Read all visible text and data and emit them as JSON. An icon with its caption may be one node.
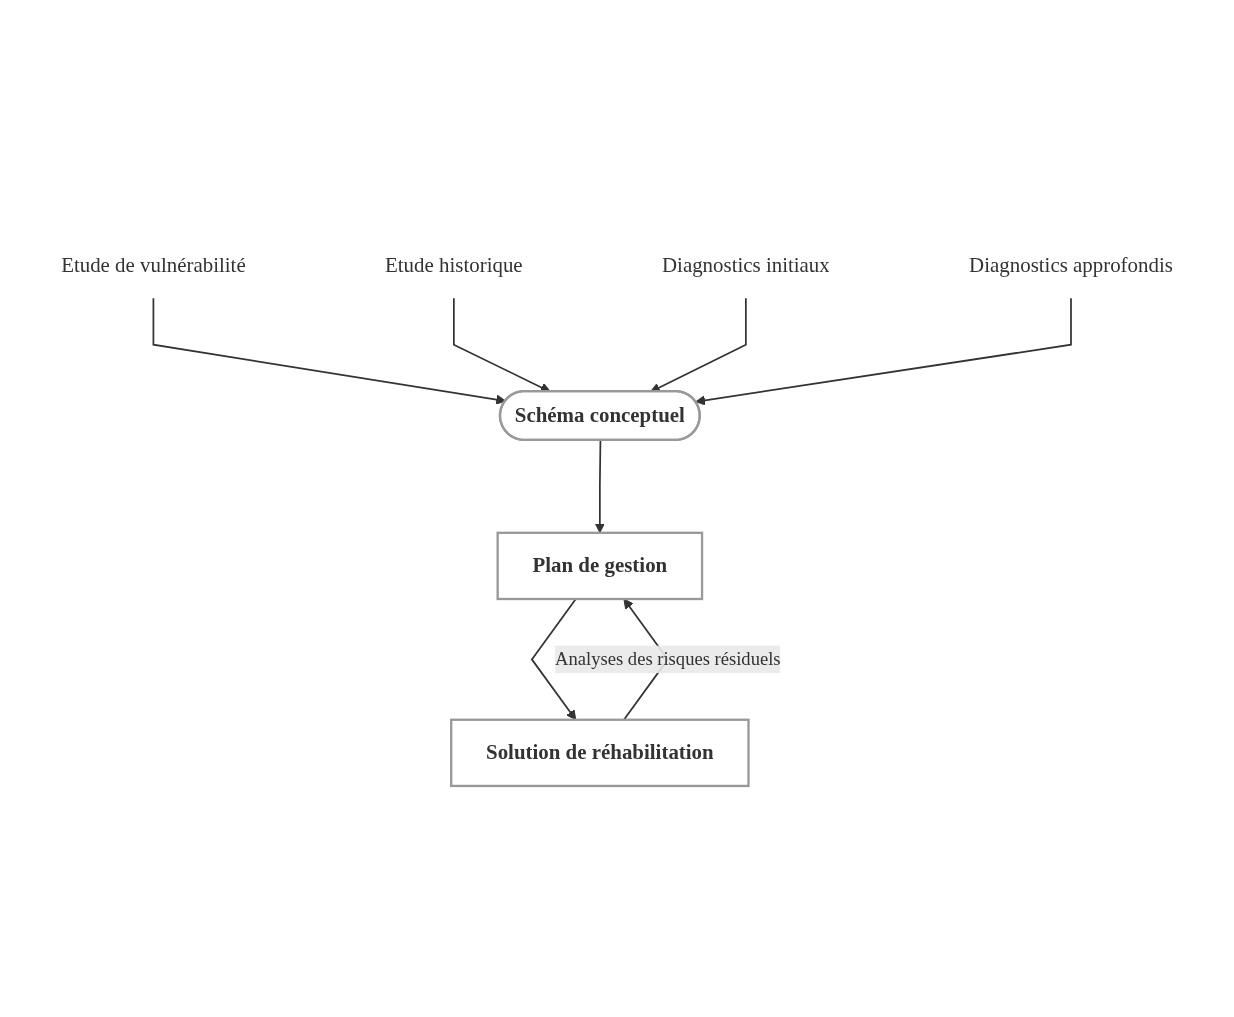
{
  "diagram": {
    "nodes": [
      {
        "text": [
          "Etude de vulnérabilité"
        ]
      },
      {
        "text": [
          "Etude historique"
        ]
      },
      {
        "text": [
          "Schéma conceptuel"
        ]
      },
      {
        "text": [
          "Diagnostics initiaux"
        ]
      },
      {
        "text": [
          "Diagnostics approfondis"
        ]
      },
      {
        "text": [
          "Plan de gestion"
        ]
      },
      {
        "text": [
          "Solution de réhabilitation"
        ]
      }
    ],
    "edges": [
      {
        "from": 0,
        "to": 2,
        "arrow": "to"
      },
      {
        "from": 1,
        "to": 2,
        "arrow": "to"
      },
      {
        "from": 3,
        "to": 2,
        "arrow": "to"
      },
      {
        "from": 4,
        "to": 2,
        "arrow": "to"
      },
      {
        "from": 2,
        "to": 5,
        "arrow": "to"
      },
      {
        "from": 5,
        "to": 6,
        "arrow": "to"
      },
      {
        "from": 6,
        "to": 5,
        "arrow": "to",
        "label": "Analyses des risques résiduels"
      }
    ]
  }
}
